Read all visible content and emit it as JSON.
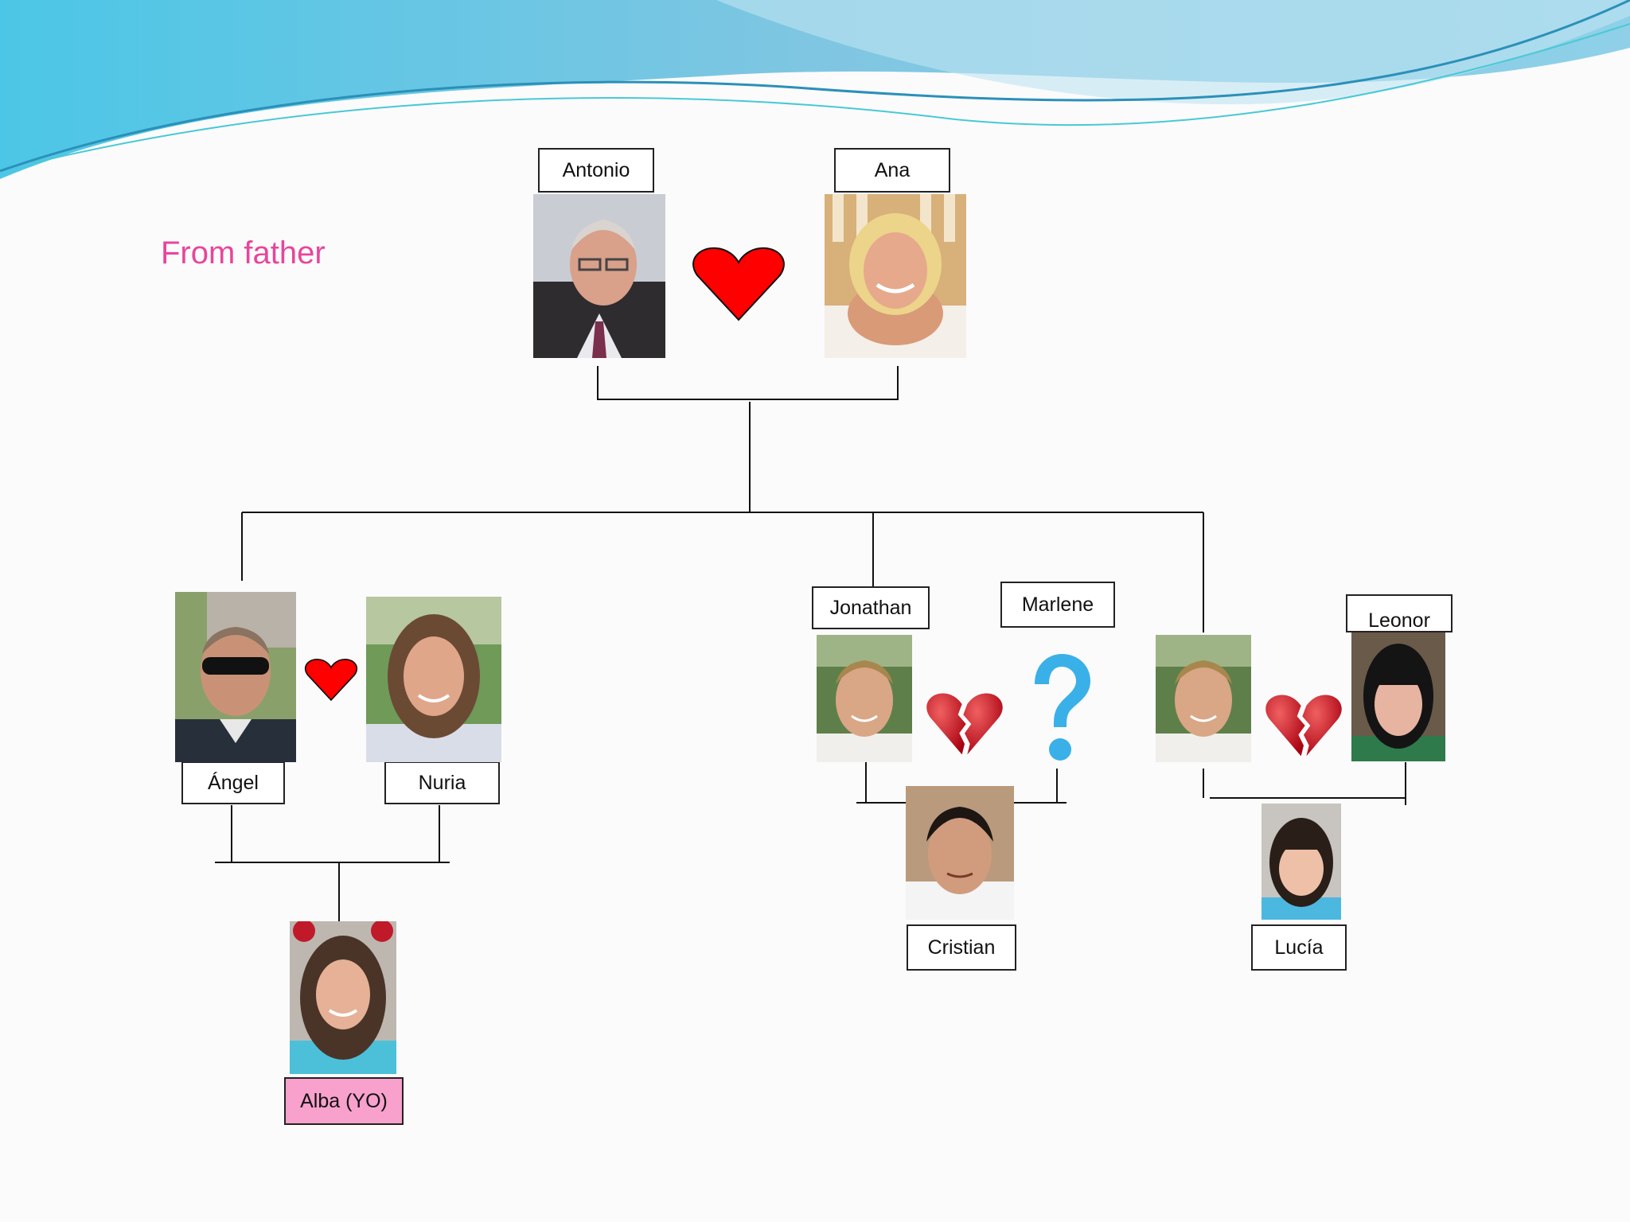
{
  "slide": {
    "subtitle": "From father"
  },
  "colors": {
    "accent_pink": "#e8459b",
    "self_box": "#f7a1cc",
    "heart_red": "#ff0000",
    "question_blue": "#3ab0e8",
    "wave_blue": "#59bfe0"
  },
  "people": {
    "antonio": "Antonio",
    "ana": "Ana",
    "angel": "Ángel",
    "nuria": "Nuria",
    "alba": "Alba (YO)",
    "jonathan": "Jonathan",
    "marlene": "Marlene",
    "cristian": "Cristian",
    "leonor": "Leonor",
    "lucia": "Lucía"
  },
  "icons": {
    "union": "heart-icon",
    "separated": "broken-heart-icon",
    "unknown": "question-mark-icon"
  }
}
